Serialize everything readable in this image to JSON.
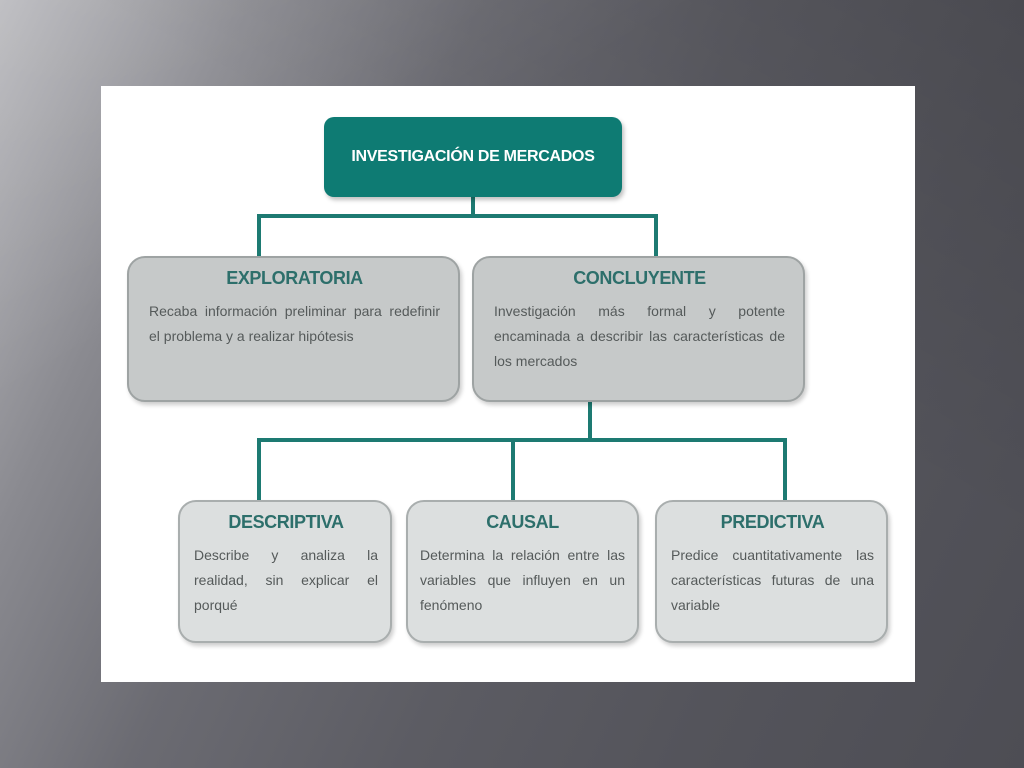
{
  "diagram": {
    "root": {
      "label": "INVESTIGACIÓN DE MERCADOS"
    },
    "level2": [
      {
        "title": "EXPLORATORIA",
        "description": "Recaba información preliminar para redefinir el problema y a realizar hipótesis"
      },
      {
        "title": "CONCLUYENTE",
        "description": "Investigación más formal y potente encaminada a describir las características de los mercados"
      }
    ],
    "level3": [
      {
        "title": "DESCRIPTIVA",
        "description": "Describe y analiza la realidad, sin explicar el porqué"
      },
      {
        "title": "CAUSAL",
        "description": "Determina la relación entre las variables que influyen en un fenómeno"
      },
      {
        "title": "PREDICTIVA",
        "description": "Predice cuantitativamente las características futuras de una variable"
      }
    ],
    "colors": {
      "root_fill": "#0e7b73",
      "connector": "#1d7a72",
      "title_text": "#2d6f6b",
      "box_fill": "#c9cccc"
    }
  }
}
